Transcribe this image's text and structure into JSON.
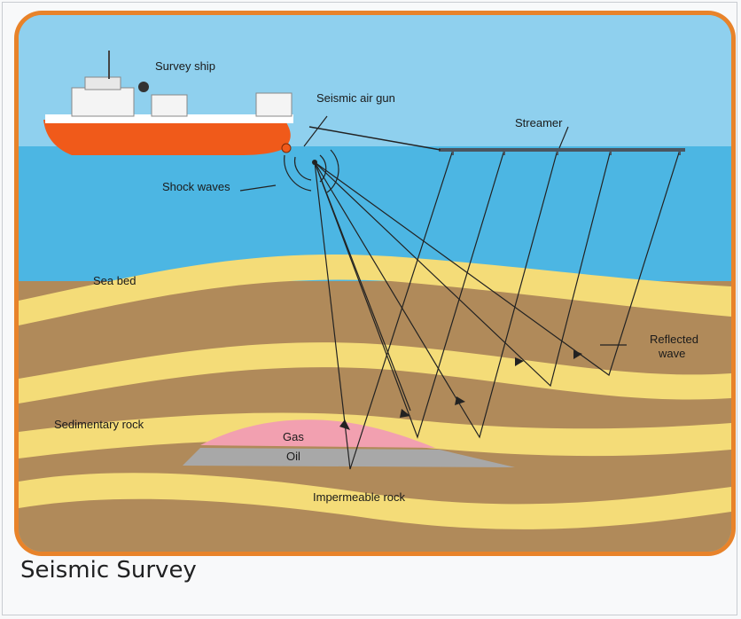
{
  "caption": "Seismic Survey",
  "diagram": {
    "labels": {
      "ship": "Survey ship",
      "air_gun": "Seismic air gun",
      "streamer": "Streamer",
      "shock_waves": "Shock waves",
      "sea_bed": "Sea bed",
      "reflected_1": "Reflected",
      "reflected_2": "wave",
      "sedimentary": "Sedimentary rock",
      "gas": "Gas",
      "oil": "Oil",
      "impermeable": "Impermeable rock"
    },
    "colors": {
      "sky": "#8fd0ee",
      "sea": "#4cb6e3",
      "sand": "#f4dc78",
      "rock": "#b08a5a",
      "gas": "#f2a0b0",
      "oil": "#a8a8a8",
      "border": "#e8832a",
      "hull": "#f05a1a"
    }
  }
}
